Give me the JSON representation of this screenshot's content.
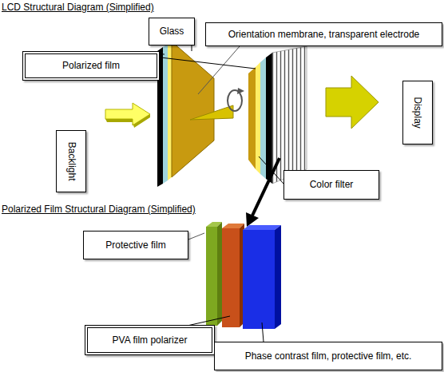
{
  "diagram": {
    "nodes": [
      {
        "text": [
          "Glass"
        ]
      },
      {
        "text": [
          "Orientation membrane, transparent electrode"
        ]
      },
      {
        "text": [
          "Polarized film"
        ]
      },
      {
        "text": [
          "Backlight"
        ]
      },
      {
        "text": [
          "Display"
        ]
      },
      {
        "text": [
          "Color filter"
        ]
      },
      {
        "text": [
          "Protective film"
        ]
      },
      {
        "text": [
          "PVA film polarizer"
        ]
      },
      {
        "text": [
          "Phase contrast film, protective film, etc."
        ]
      }
    ],
    "labels": [
      "LCD Structural Diagram (Simplified)",
      "Polarized Film Structural Diagram (Simplified)"
    ]
  }
}
